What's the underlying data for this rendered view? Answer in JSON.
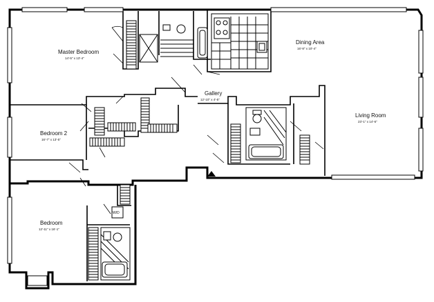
{
  "rooms": {
    "master_bedroom": {
      "name": "Master Bedroom",
      "dims": "14'-5\" x 13'-4\""
    },
    "dining_area": {
      "name": "Dining Area",
      "dims": "16'-8\" x 10'-4\""
    },
    "gallery": {
      "name": "Gallery",
      "dims": "12'-10\" x 4'-5\""
    },
    "living_room": {
      "name": "Living Room",
      "dims": "23'-1\" x 14'-6\""
    },
    "bedroom_2": {
      "name": "Bedroom 2",
      "dims": "16'-7\" x 13'-5\""
    },
    "bedroom": {
      "name": "Bedroom",
      "dims": "12'-11\" x 16'-1\""
    }
  },
  "labels": {
    "wd": "W/D"
  }
}
